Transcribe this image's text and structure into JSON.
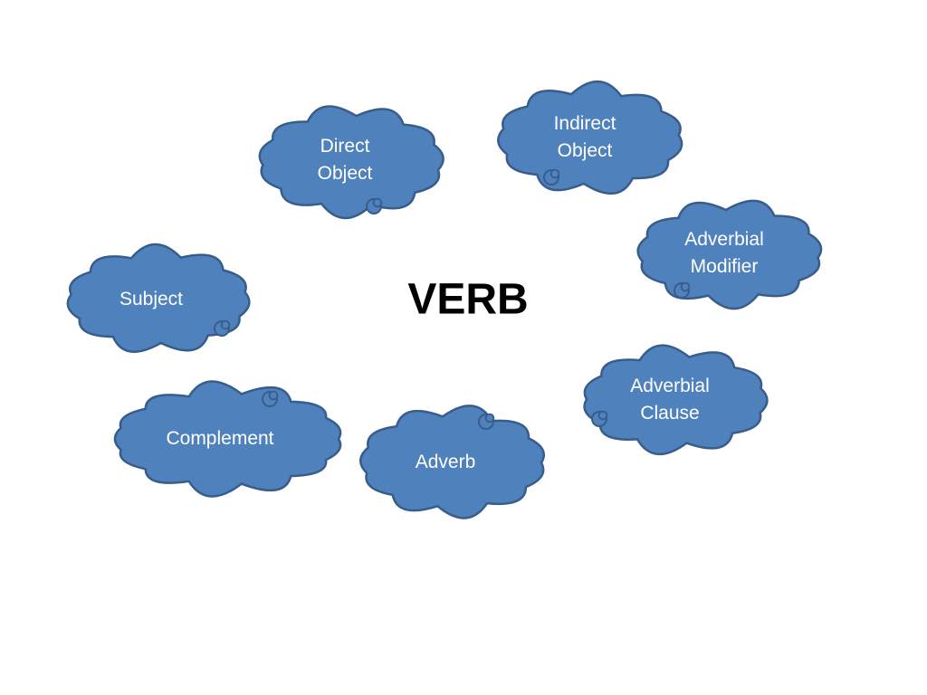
{
  "slide": {
    "title": "VERB"
  },
  "colors": {
    "cloud_fill": "#4F81BD",
    "cloud_stroke": "#385D8A",
    "text": "#FFFFFF",
    "title": "#000000"
  },
  "clouds": [
    {
      "id": "direct-object",
      "lines": [
        "Direct",
        "Object"
      ]
    },
    {
      "id": "indirect-object",
      "lines": [
        "Indirect",
        "Object"
      ]
    },
    {
      "id": "adverbial-modifier",
      "lines": [
        "Adverbial",
        "Modifier"
      ]
    },
    {
      "id": "subject",
      "lines": [
        "Subject"
      ]
    },
    {
      "id": "adverbial-clause",
      "lines": [
        "Adverbial",
        "Clause"
      ]
    },
    {
      "id": "complement",
      "lines": [
        "Complement"
      ]
    },
    {
      "id": "adverb",
      "lines": [
        "Adverb"
      ]
    }
  ]
}
